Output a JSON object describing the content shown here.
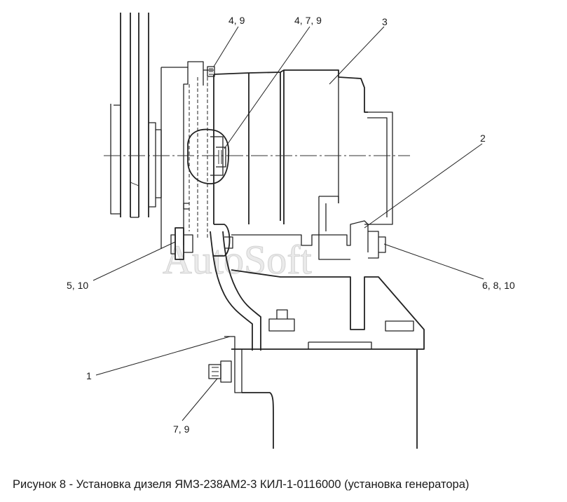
{
  "labels": {
    "l_4_9": "4, 9",
    "l_4_7_9": "4, 7, 9",
    "l_3": "3",
    "l_2": "2",
    "l_5_10": "5, 10",
    "l_6_8_10": "6, 8, 10",
    "l_1": "1",
    "l_7_9": "7, 9"
  },
  "watermark": "AutoSoft",
  "caption": "Рисунок 8 - Установка дизеля ЯМЗ-238АМ2-3 КИЛ-1-0116000 (установка генератора)"
}
